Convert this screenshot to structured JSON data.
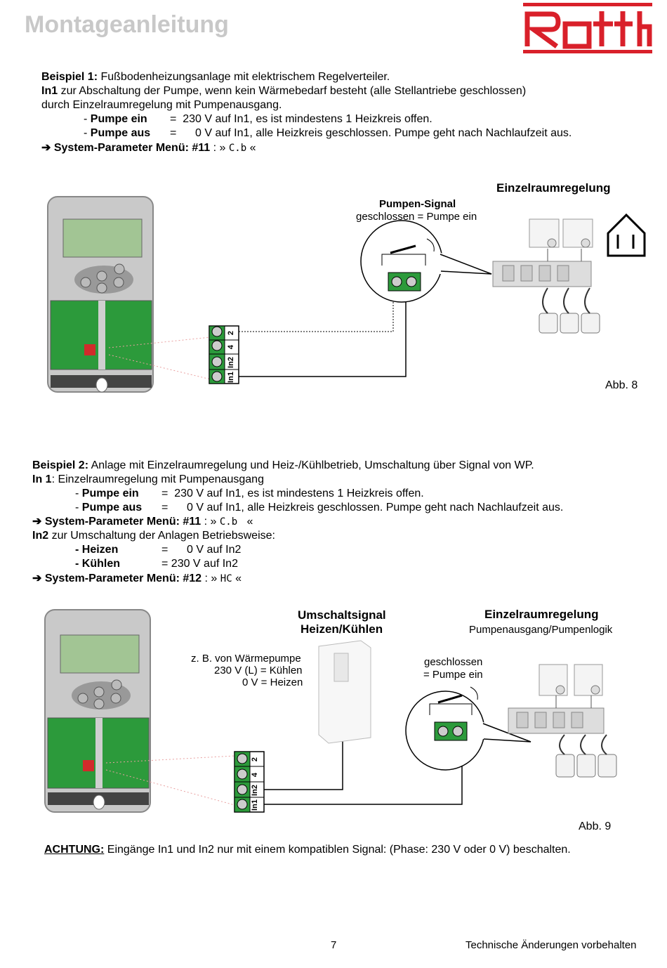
{
  "header": {
    "title": "Montageanleitung",
    "logo_text": "Roth",
    "logo_color": "#d9202a"
  },
  "example1": {
    "title": "Beispiel 1:",
    "title_rest": " Fußbodenheizungsanlage mit elektrischem Regelverteiler.",
    "in1_label": "In1",
    "in1_text": " zur Abschaltung der Pumpe, wenn kein Wärmebedarf besteht (alle Stellantriebe geschlossen)",
    "in1_text2": "durch Einzelraumregelung mit Pumpenausgang.",
    "pump_on_label": "Pumpe ein",
    "pump_on_value": "230 V auf In1, es ist mindestens 1 Heizkreis offen.",
    "pump_off_label": "Pumpe aus",
    "pump_off_value": "0 V auf In1, alle Heizkreis geschlossen. Pumpe geht nach Nachlaufzeit aus.",
    "menu_label": "System-Parameter Menü: #11",
    "menu_value": "C.b",
    "diagram": {
      "room_control": "Einzelraumregelung",
      "pump_signal": "Pumpen-Signal",
      "pump_signal_sub": "geschlossen = Pumpe ein",
      "terminals": [
        "2",
        "4",
        "In2",
        "In1"
      ],
      "figure": "Abb. 8"
    }
  },
  "example2": {
    "title": "Beispiel 2:",
    "title_rest": "  Anlage mit Einzelraumregelung und Heiz-/Kühlbetrieb, Umschaltung über Signal von WP.",
    "in1_label": "In 1",
    "in1_text": ": Einzelraumregelung mit Pumpenausgang",
    "pump_on_label": "Pumpe ein",
    "pump_on_value": "230 V auf In1, es ist mindestens 1 Heizkreis offen.",
    "pump_off_label": "Pumpe aus",
    "pump_off_value": "0 V auf In1, alle Heizkreis geschlossen. Pumpe geht nach Nachlaufzeit aus.",
    "menu1_label": "System-Parameter Menü: #11",
    "menu1_value": "C.b",
    "in2_label": "In2",
    "in2_text": " zur Umschaltung der Anlagen Betriebsweise:",
    "heat_label": "- Heizen",
    "heat_value": "0 V auf In2",
    "cool_label": "- Kühlen",
    "cool_value": "= 230 V auf In2",
    "menu2_label": "System-Parameter Menü: #12",
    "menu2_value": "HC",
    "diagram": {
      "switch_signal_line1": "Umschaltsignal",
      "switch_signal_line2": "Heizen/Kühlen",
      "heat_pump_line1": "z. B. von Wärmepumpe",
      "heat_pump_line2": "230 V (L) = Kühlen",
      "heat_pump_line3": "0 V = Heizen",
      "room_control": "Einzelraumregelung",
      "room_control_sub": "Pumpenausgang/Pumpenlogik",
      "closed_line1": "geschlossen",
      "closed_line2": "= Pumpe ein",
      "terminals": [
        "2",
        "4",
        "In2",
        "In1"
      ],
      "figure": "Abb. 9"
    }
  },
  "warning": {
    "label": "ACHTUNG:",
    "text": " Eingänge In1 und In2 nur mit einem kompatiblen Signal: (Phase: 230 V oder 0 V) beschalten."
  },
  "footer": {
    "page": "7",
    "note": "Technische Änderungen vorbehalten"
  }
}
